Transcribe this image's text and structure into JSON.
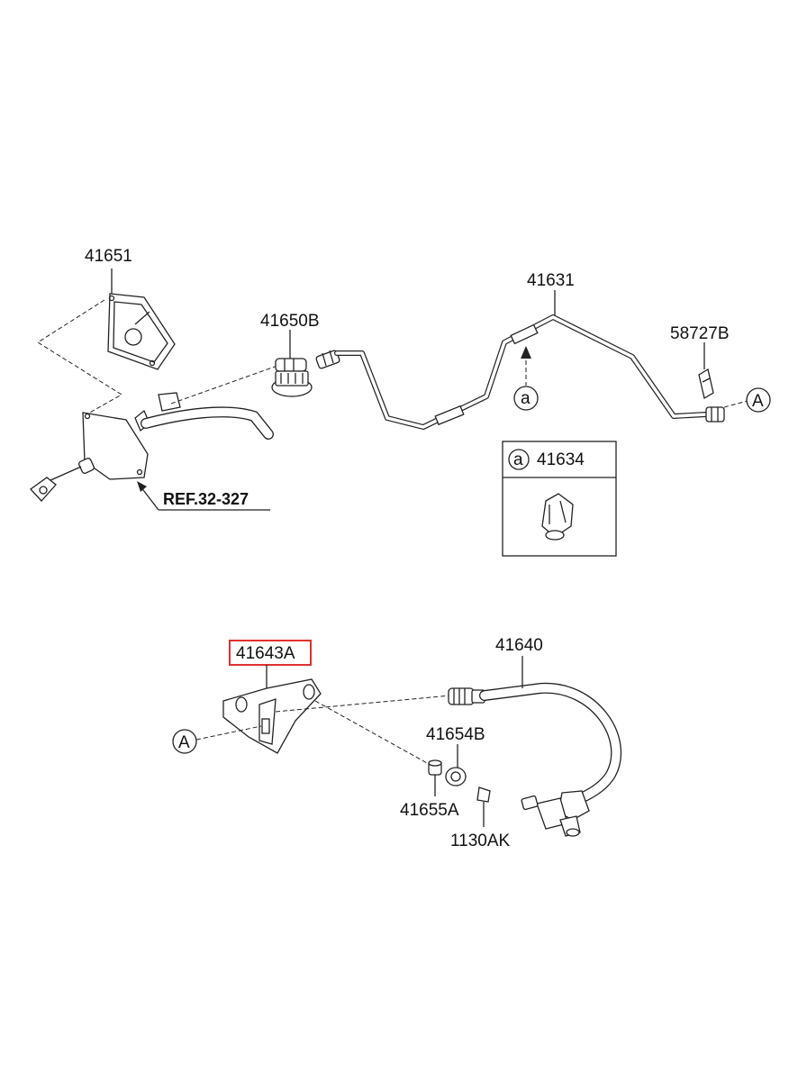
{
  "labels": {
    "p41651": "41651",
    "p41650B": "41650B",
    "p41631": "41631",
    "p58727B": "58727B",
    "ref": "REF.32-327",
    "detail_part": "41634",
    "p41643A": "41643A",
    "p41640": "41640",
    "p41654B": "41654B",
    "p41655A": "41655A",
    "p1130AK": "1130AK"
  },
  "markers": {
    "callout_a": "a",
    "connector_A": "A"
  },
  "colors": {
    "line": "#222222",
    "highlight": "#e03030",
    "background": "#ffffff"
  }
}
